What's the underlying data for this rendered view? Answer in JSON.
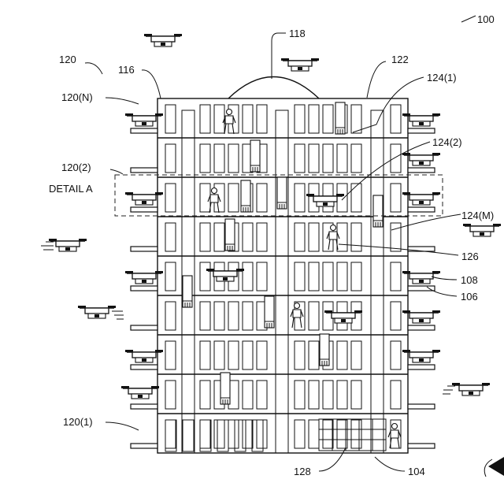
{
  "figure": {
    "labels": {
      "ref_100": "100",
      "ref_118": "118",
      "ref_120": "120",
      "ref_116": "116",
      "ref_122": "122",
      "ref_124_1": "124(1)",
      "ref_120_N": "120(N)",
      "ref_124_2": "124(2)",
      "ref_120_2": "120(2)",
      "detail_a": "DETAIL A",
      "ref_124_M": "124(M)",
      "ref_126": "126",
      "ref_108": "108",
      "ref_106": "106",
      "ref_120_1": "120(1)",
      "ref_128": "128",
      "ref_104": "104"
    },
    "icons": [
      "drone-icon",
      "person-icon",
      "delivery-locker-icon",
      "dome-icon"
    ]
  }
}
